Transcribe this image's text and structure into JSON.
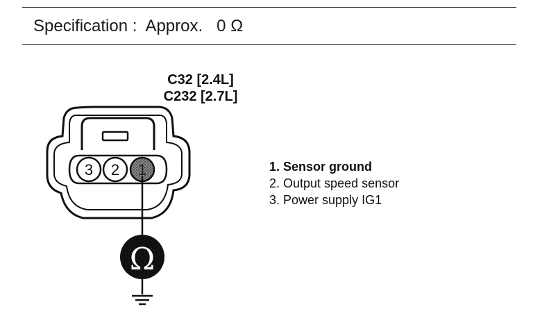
{
  "specification": {
    "label": "Specification",
    "separator": ":",
    "value": "Approx.",
    "amount": "0",
    "unit": "Ω"
  },
  "connector": {
    "codes": [
      "C32 [2.4L]",
      "C232 [2.7L]"
    ],
    "pins": [
      "3",
      "2",
      "1"
    ],
    "meter_symbol": "Ω"
  },
  "legend": [
    "1. Sensor ground",
    "2. Output speed sensor",
    "3. Power supply IG1"
  ]
}
